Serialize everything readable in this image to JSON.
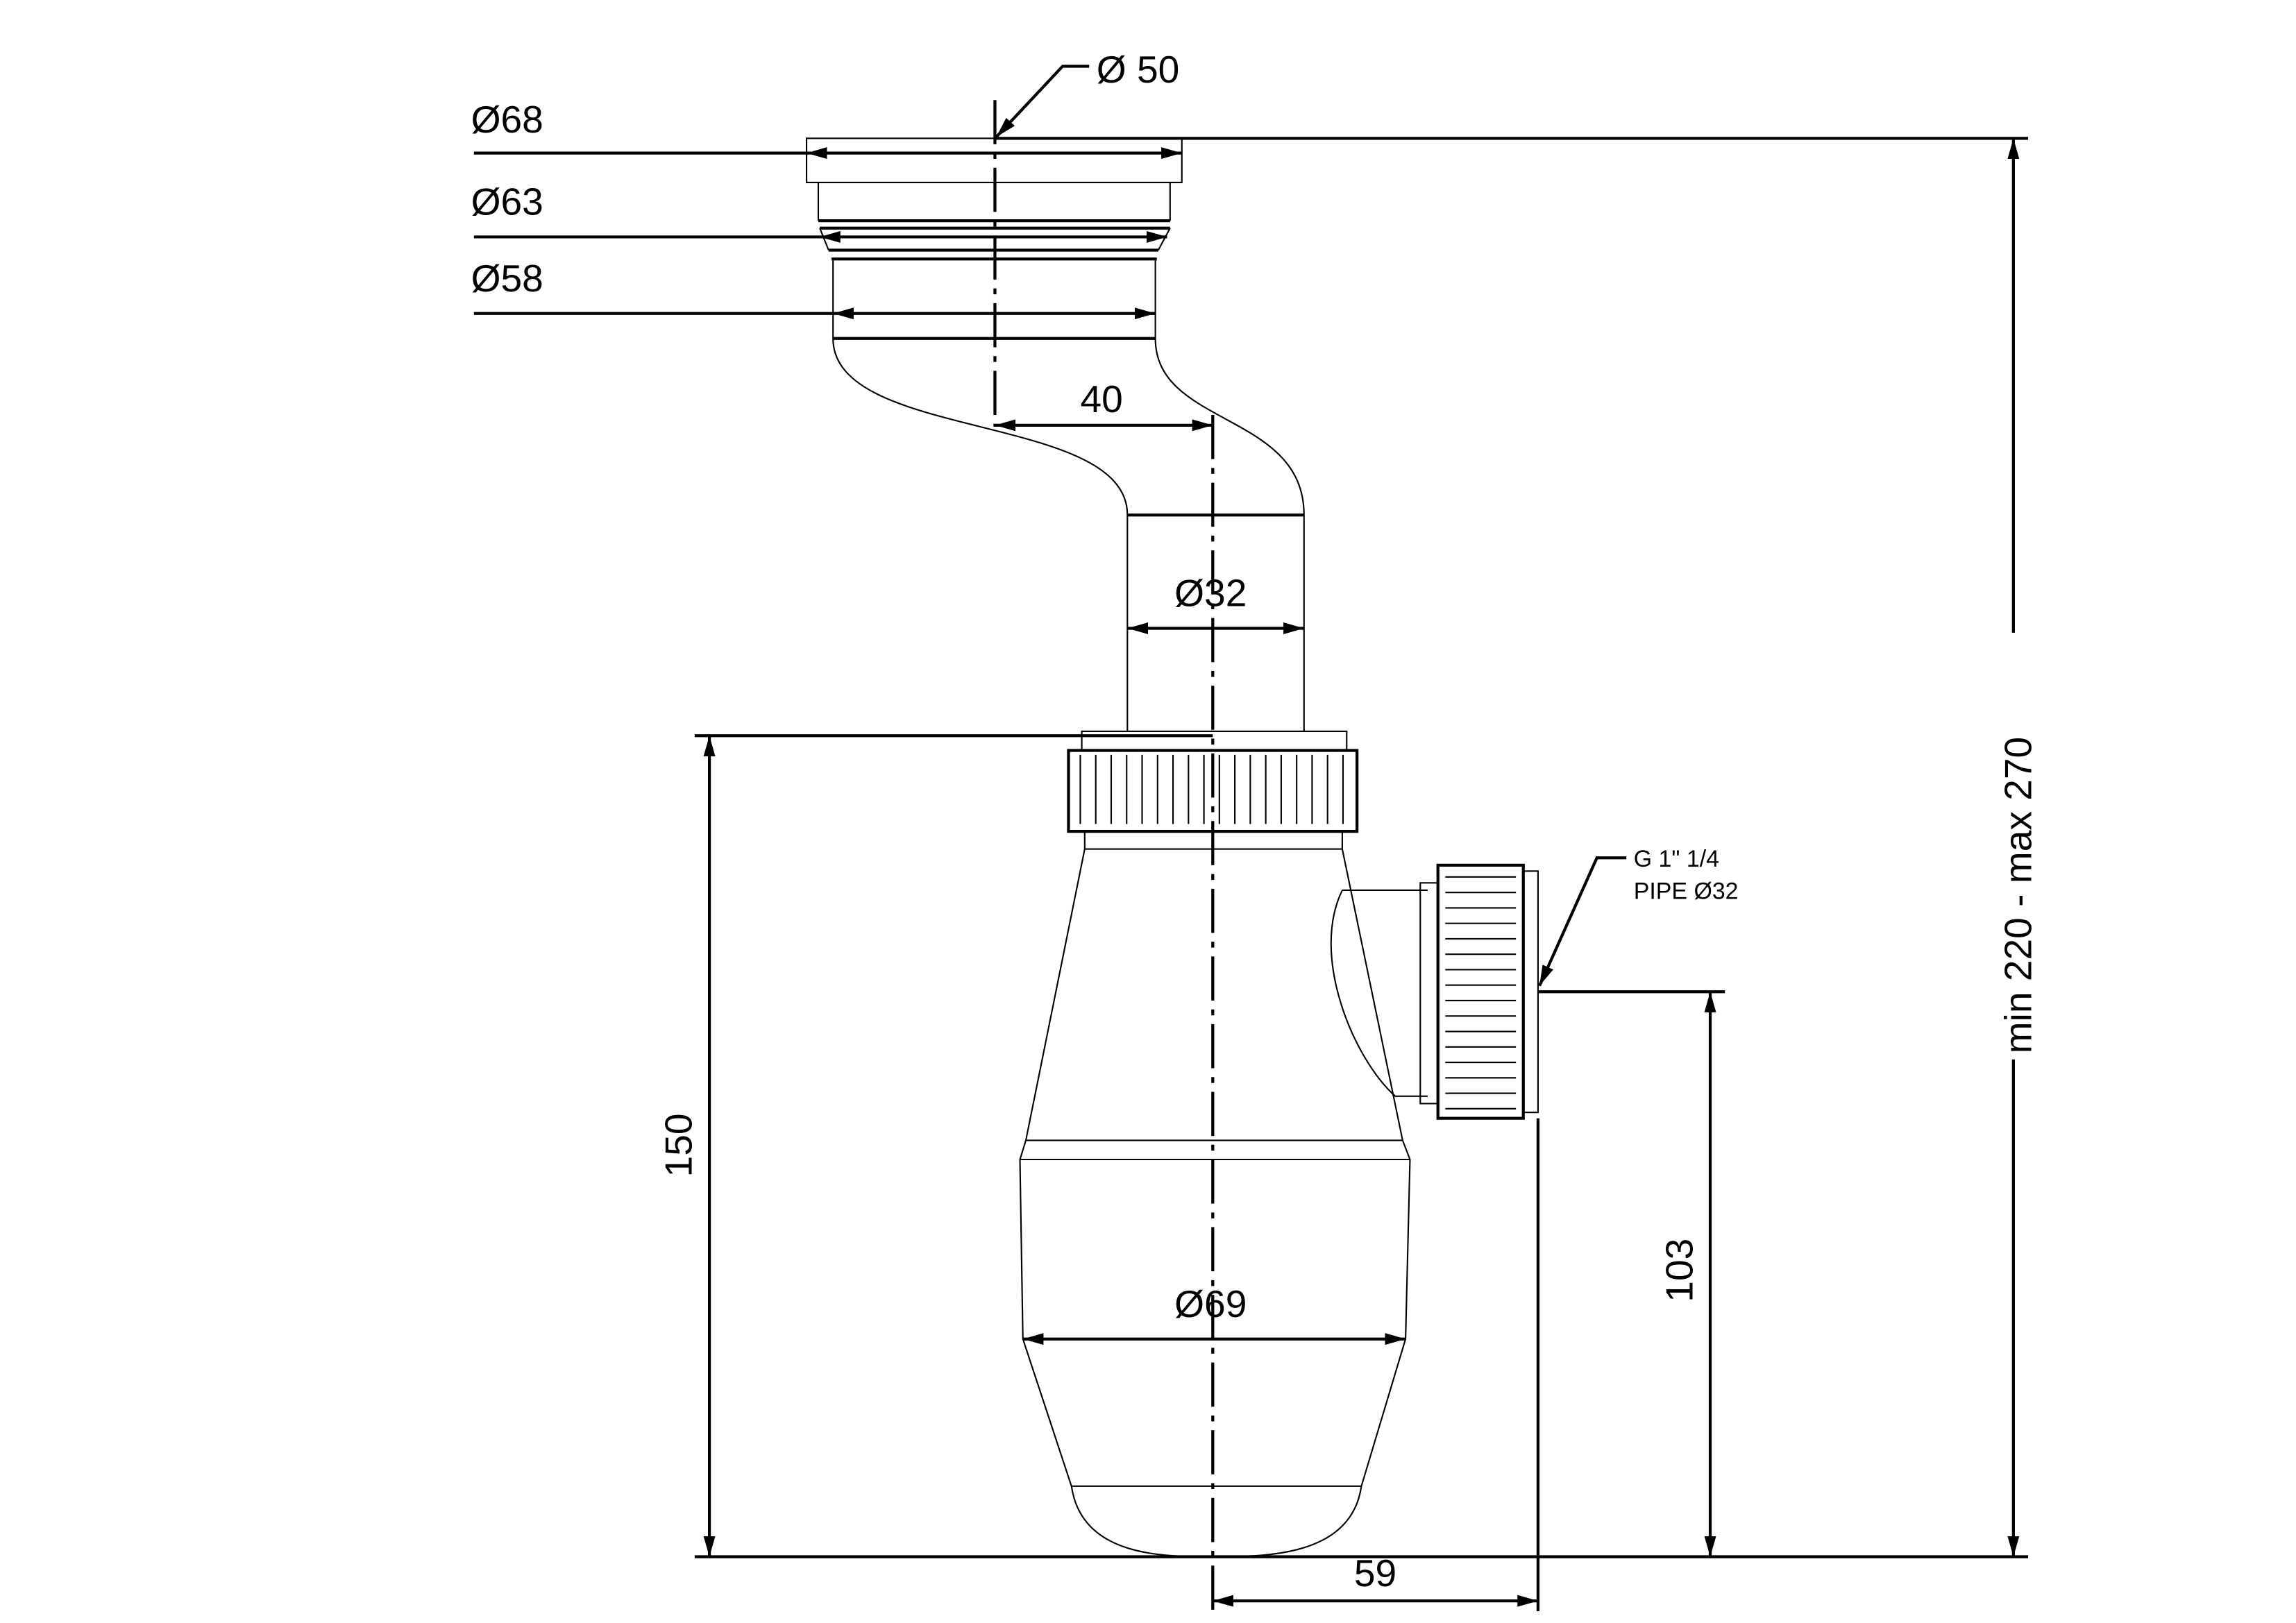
{
  "title": "Bottle trap technical drawing",
  "dimensions": {
    "d50": "Ø 50",
    "d68": "Ø68",
    "d63": "Ø63",
    "d58": "Ø58",
    "offset40": "40",
    "d32": "Ø32",
    "d69": "Ø69",
    "h150": "150",
    "h103": "103",
    "w59": "59",
    "total_height": "min 220 - max 270"
  },
  "outlet_label": {
    "line1": "G 1\" 1/4",
    "line2": "PIPE Ø32"
  }
}
